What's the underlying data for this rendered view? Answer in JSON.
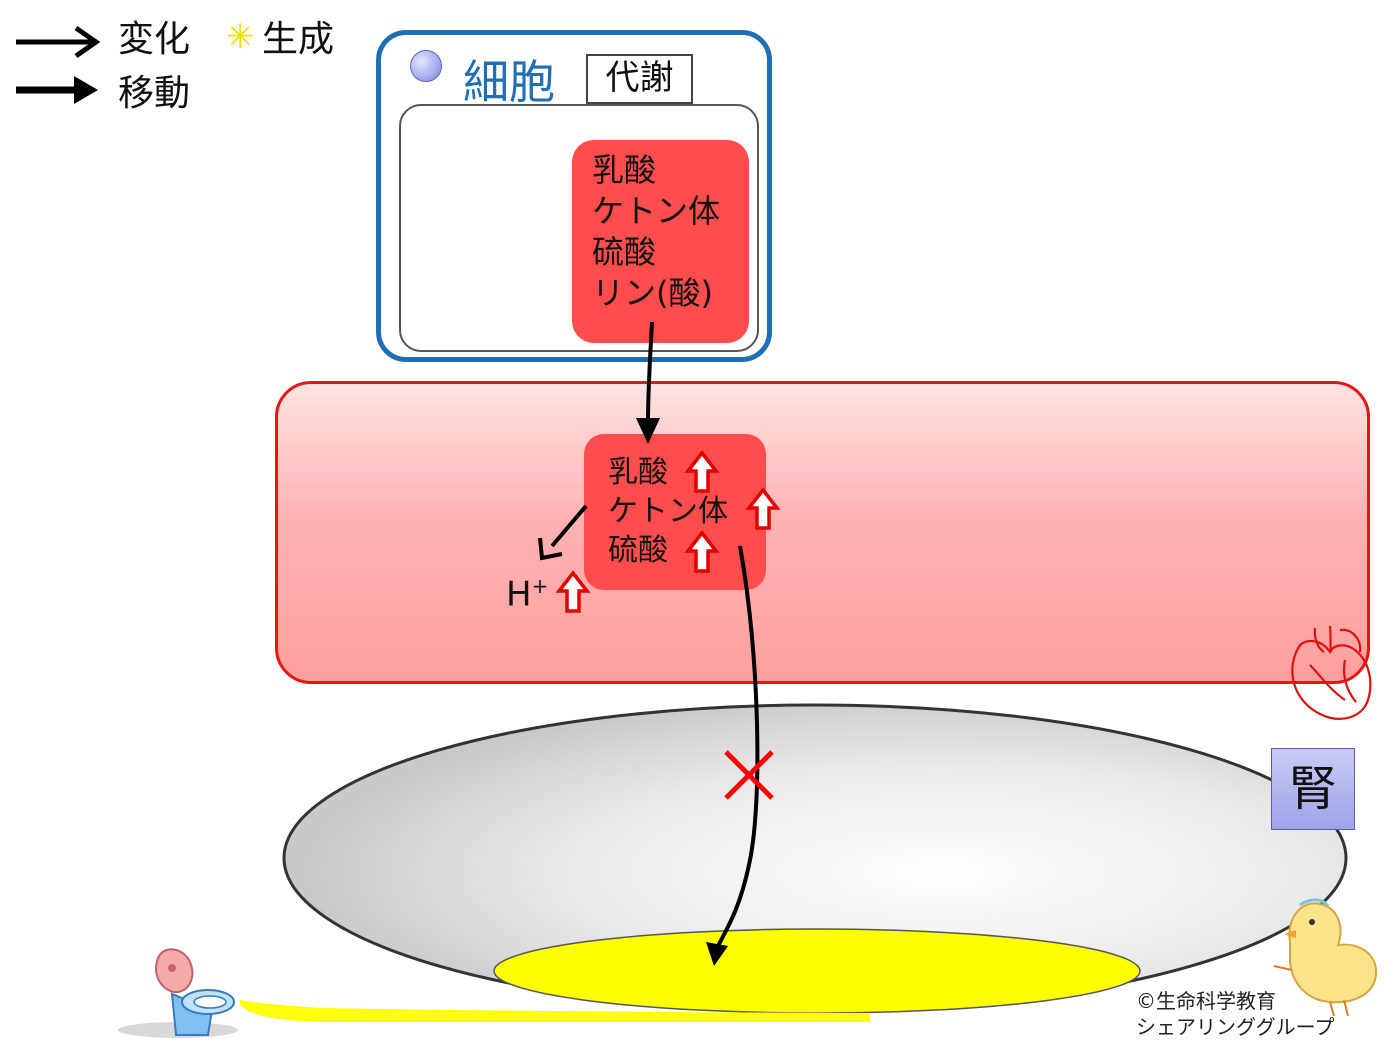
{
  "legend": {
    "change_label": "変化",
    "generate_label": "生成",
    "move_label": "移動",
    "generate_symbol": "✳"
  },
  "cell": {
    "title": "細胞",
    "metabolism_label": "代謝",
    "acids": [
      "乳酸",
      "ケトン体",
      "硫酸",
      "リン(酸)"
    ]
  },
  "blood": {
    "acids": [
      "乳酸",
      "ケトン体",
      "硫酸"
    ],
    "proton_label": "H",
    "proton_charge": "+"
  },
  "kidney": {
    "label": "腎",
    "blocked_mark": "✕"
  },
  "copyright": {
    "line1": "©生命科学教育",
    "line2": "シェアリンググループ"
  },
  "colors": {
    "cell_border": "#1f6fb5",
    "acid_box": "#ff4d4d",
    "blood_border": "#e81515",
    "up_arrow": "#e00000",
    "urine": "#ffff00",
    "kidney_label": "#b4b8ef"
  }
}
